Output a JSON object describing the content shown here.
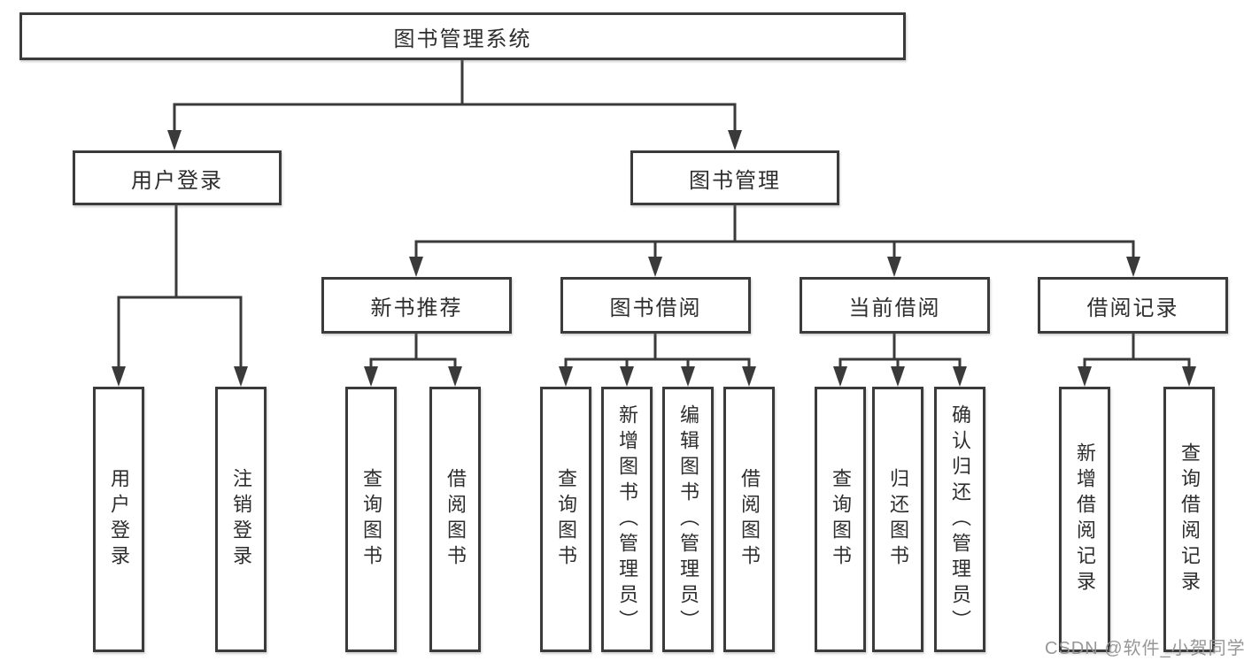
{
  "diagram": {
    "root": {
      "label": "图书管理系统"
    },
    "level2": [
      {
        "label": "用户登录"
      },
      {
        "label": "图书管理"
      }
    ],
    "level3": [
      {
        "label": "新书推荐"
      },
      {
        "label": "图书借阅"
      },
      {
        "label": "当前借阅"
      },
      {
        "label": "借阅记录"
      }
    ],
    "leaves": [
      {
        "label": "用户登录"
      },
      {
        "label": "注销登录"
      },
      {
        "label": "查询图书"
      },
      {
        "label": "借阅图书"
      },
      {
        "label": "查询图书"
      },
      {
        "label": "新增图书（管理员）"
      },
      {
        "label": "编辑图书（管理员）"
      },
      {
        "label": "借阅图书"
      },
      {
        "label": "查询图书"
      },
      {
        "label": "归还图书"
      },
      {
        "label": "确认归还（管理员）"
      },
      {
        "label": "新增借阅记录"
      },
      {
        "label": "查询借阅记录"
      }
    ]
  },
  "watermark": {
    "text": "CSDN @软件_小贺同学"
  },
  "colors": {
    "line": "#3a3a3a",
    "border": "#3b3b3b",
    "text": "#2e2e2e",
    "watermark": "#919191",
    "background": "#ffffff"
  }
}
